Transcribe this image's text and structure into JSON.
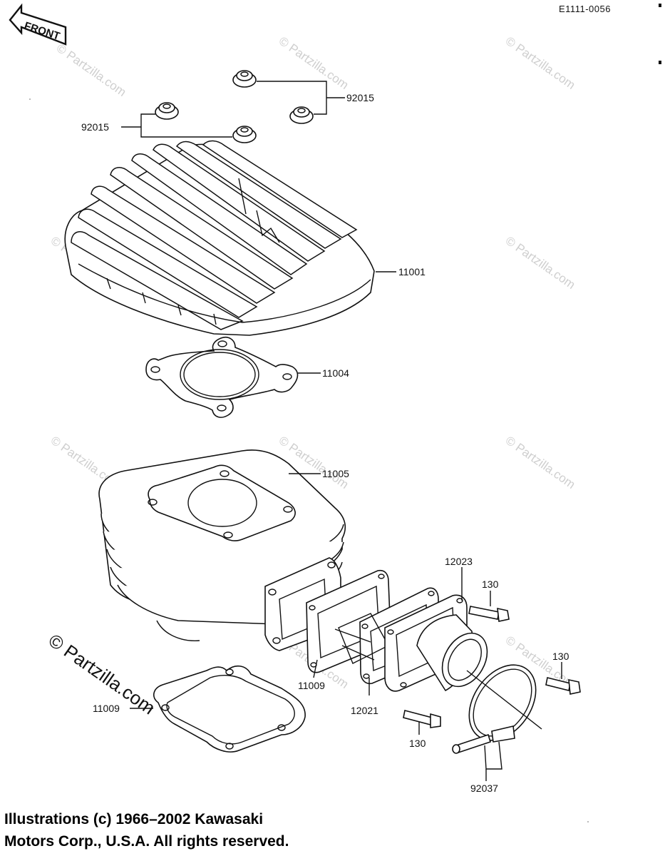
{
  "diagram_code": "E1111-0056",
  "front_arrow_label": "FRONT",
  "watermark": {
    "small_text": "© Partzilla.com",
    "large_text": "© Partzilla.com"
  },
  "callouts": {
    "nut_right": "92015",
    "nut_left": "92015",
    "cylinder_head": "11001",
    "head_gasket": "11004",
    "cylinder": "11005",
    "holder": "12023",
    "bolt_top": "130",
    "bolt_right": "130",
    "gasket_reed": "11009",
    "reed_valve": "12021",
    "base_gasket": "11009",
    "bolt_bottom": "130",
    "clamp": "92037"
  },
  "copyright": {
    "line1": "Illustrations (c) 1966–2002 Kawasaki",
    "line2": "Motors Corp., U.S.A.  All rights reserved."
  }
}
